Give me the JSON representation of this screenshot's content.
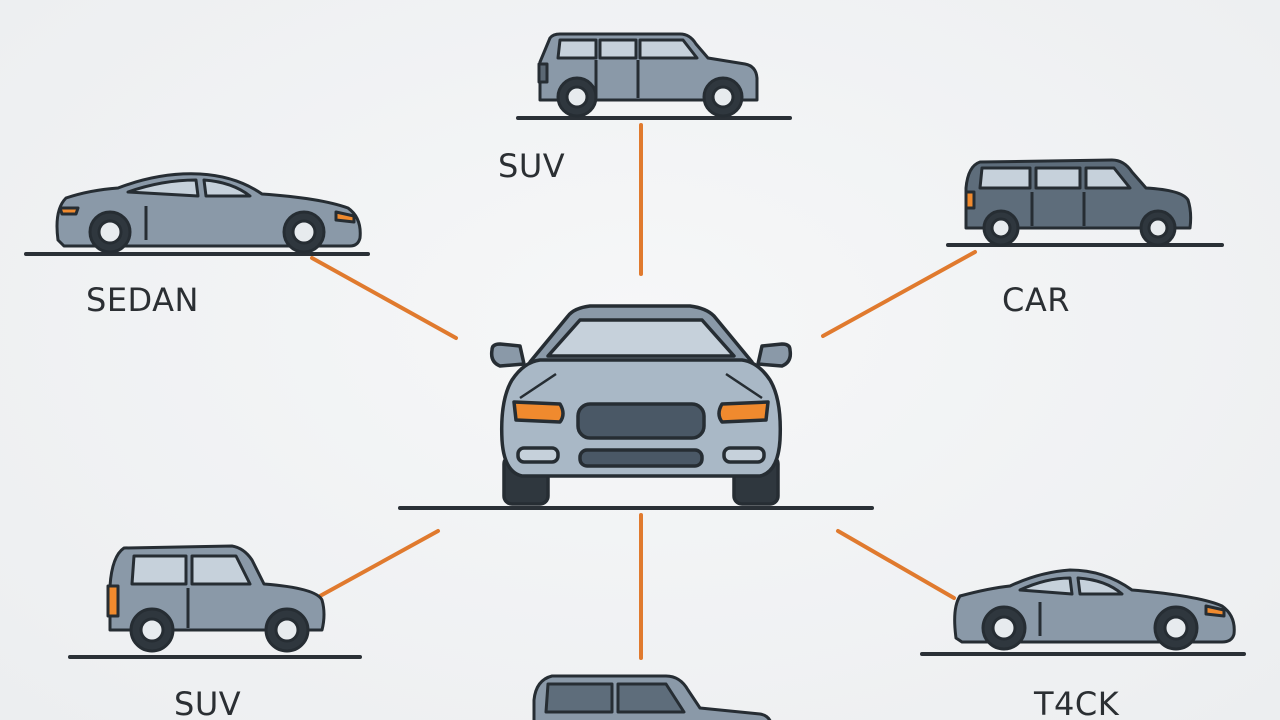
{
  "labels": {
    "top": "SUV",
    "left_top": "SEDAN",
    "right_top": "CAR",
    "left_bottom": "SUV",
    "right_bottom": "T4CK"
  },
  "colors": {
    "background": "#eef0f2",
    "connector": "#e07a2e",
    "car_body": "#8a99a8",
    "car_body_light": "#a9b8c6",
    "car_dark": "#3f4e5c",
    "outline": "#262d33",
    "headlight": "#f08a2e",
    "ground": "#2a3036"
  },
  "icons": {
    "center": "car-front-icon",
    "top": "suv-side-icon",
    "left_top": "sports-sedan-side-icon",
    "right_top": "van-side-icon",
    "left_bottom": "compact-suv-side-icon",
    "right_bottom": "coupe-side-icon",
    "bottom": "pickup-truck-icon"
  }
}
